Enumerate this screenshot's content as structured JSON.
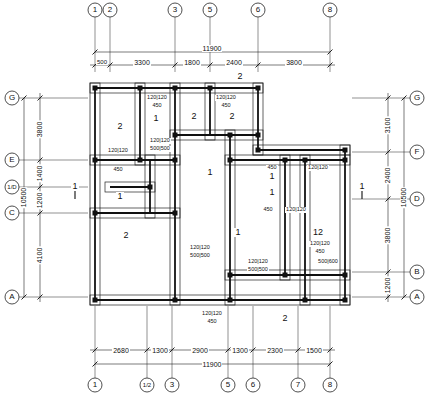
{
  "diagram": {
    "labels": [
      "1",
      "2",
      "3",
      "5",
      "6",
      "8",
      "11900",
      "500",
      "3300",
      "1800",
      "2400",
      "3800",
      "G",
      "E",
      "1/D",
      "C",
      "A",
      "3800",
      "1400",
      "1200",
      "4100",
      "10500",
      "G",
      "F",
      "D",
      "B",
      "A",
      "3100",
      "2400",
      "3800",
      "1200",
      "10500",
      "2680",
      "1300",
      "2900",
      "1300",
      "2300",
      "1500",
      "11900",
      "1",
      "1/2",
      "3",
      "5",
      "6",
      "7",
      "8",
      "1",
      "1",
      "2",
      "2",
      "1",
      "1",
      "2",
      "1",
      "2",
      "1",
      "2",
      "2",
      "1",
      "1",
      "12",
      "120|120",
      "450",
      "120|120",
      "450",
      "120|120",
      "450",
      "120|120",
      "500|500",
      "120|120",
      "450",
      "120|120",
      "500|500",
      "120|120",
      "500|500",
      "120|120",
      "450",
      "500|600",
      "120|120",
      "450",
      "120|120",
      "450"
    ]
  }
}
